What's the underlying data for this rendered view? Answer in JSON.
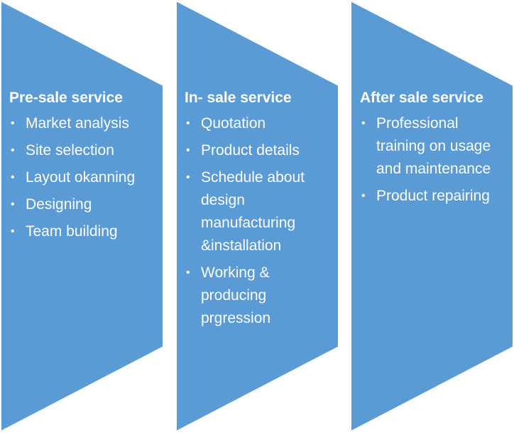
{
  "diagram": {
    "fill_color": "#5B9BD5",
    "stroke_color": "#FFFFFF",
    "text_color": "#FFFFFF",
    "stages": [
      {
        "title": "Pre-sale service",
        "items": [
          "Market analysis",
          "Site selection",
          "Layout okanning",
          "Designing",
          "Team building"
        ]
      },
      {
        "title": "In- sale service",
        "items": [
          "Quotation",
          "Product details",
          "Schedule about design manufacturing &installation",
          "Working & producing prgression"
        ]
      },
      {
        "title": "After sale service",
        "items": [
          "Professional training on usage and maintenance",
          "Product repairing"
        ]
      }
    ]
  }
}
